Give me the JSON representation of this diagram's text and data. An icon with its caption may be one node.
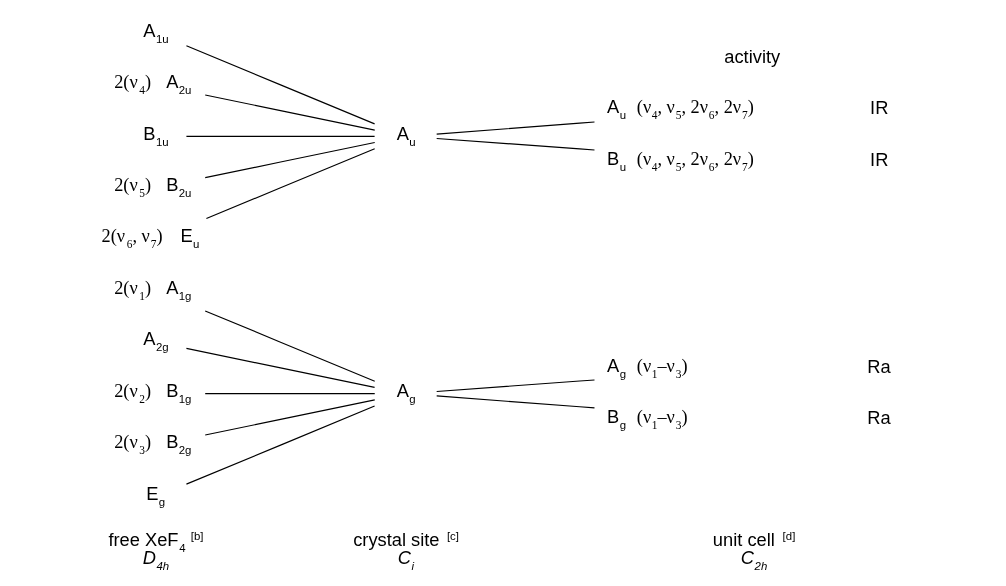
{
  "diagram": {
    "nodes": [
      {
        "text": [
          "A$_{1g}$"
        ],
        "beside": [
          "2(ν$_{1}$)"
        ]
      },
      {
        "text": [
          "A$_{2g}$"
        ]
      },
      {
        "text": [
          "B$_{1g}$"
        ],
        "beside": [
          "2(ν$_{2}$)"
        ]
      },
      {
        "text": [
          "B$_{2g}$"
        ],
        "beside": [
          "2(ν$_{3}$)"
        ]
      },
      {
        "text": [
          "E$_{g}$"
        ]
      },
      {
        "text": [
          "A$_{1u}$"
        ]
      },
      {
        "text": [
          "A$_{2u}$"
        ],
        "beside": [
          "2(ν$_{4}$)"
        ]
      },
      {
        "text": [
          "B$_{1u}$"
        ]
      },
      {
        "text": [
          "B$_{2u}$"
        ],
        "beside": [
          "2(ν$_{5}$)"
        ]
      },
      {
        "text": [
          "E$_{u}$"
        ],
        "beside": [
          "2(ν$_{6}$, ν$_{7}$)"
        ]
      },
      {
        "text": [
          "A$_{g}$"
        ]
      },
      {
        "text": [
          "A$_{u}$"
        ]
      },
      {
        "text": [
          "A$_{g}$"
        ],
        "beside": [
          "(ν$_{1}$–ν$_{3}$)",
          "Ra"
        ]
      },
      {
        "text": [
          "B$_{g}$"
        ],
        "beside": [
          "(ν$_{1}$–ν$_{3}$)",
          "Ra"
        ]
      },
      {
        "text": [
          "A$_{u}$"
        ],
        "beside": [
          "(ν$_{4}$, ν$_{5}$, 2ν$_{6}$, 2ν$_{7}$)",
          "IR"
        ]
      },
      {
        "text": [
          "B$_{u}$"
        ],
        "beside": [
          "(ν$_{4}$, ν$_{5}$, 2ν$_{6}$, 2ν$_{7}$)",
          "IR"
        ]
      }
    ],
    "edges": [
      {
        "from": 0,
        "to": 10,
        "arrow": "none"
      },
      {
        "from": 1,
        "to": 10,
        "arrow": "none"
      },
      {
        "from": 2,
        "to": 10,
        "arrow": "none"
      },
      {
        "from": 3,
        "to": 10,
        "arrow": "none"
      },
      {
        "from": 4,
        "to": 10,
        "arrow": "none"
      },
      {
        "from": 5,
        "to": 11,
        "arrow": "none"
      },
      {
        "from": 6,
        "to": 11,
        "arrow": "none"
      },
      {
        "from": 7,
        "to": 11,
        "arrow": "none"
      },
      {
        "from": 8,
        "to": 11,
        "arrow": "none"
      },
      {
        "from": 9,
        "to": 11,
        "arrow": "none"
      },
      {
        "from": 10,
        "to": 12,
        "arrow": "none"
      },
      {
        "from": 10,
        "to": 13,
        "arrow": "none"
      },
      {
        "from": 11,
        "to": 14,
        "arrow": "none"
      },
      {
        "from": 11,
        "to": 15,
        "arrow": "none"
      }
    ],
    "labels": [
      "free XeF$_{4}$ $^{[b]}$",
      "D$_{4h}$",
      "crystal site $^{[c]}$",
      "C$_{i}$",
      "unit cell $^{[d]}$",
      "C$_{2h}$",
      "activity"
    ]
  }
}
